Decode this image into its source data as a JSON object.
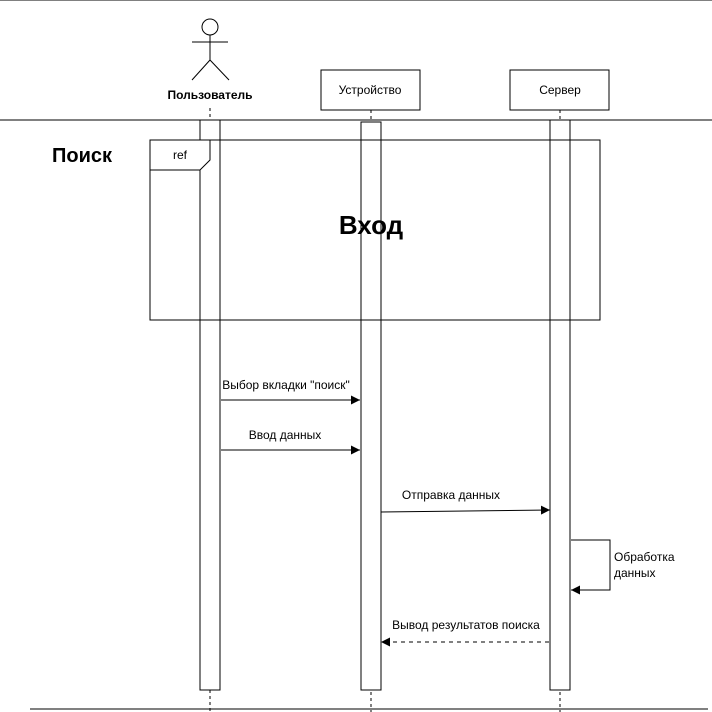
{
  "frame": {
    "name": "Поиск"
  },
  "participants": [
    {
      "id": "user",
      "kind": "actor",
      "label": "Пользователь"
    },
    {
      "id": "device",
      "kind": "object",
      "label": "Устройство"
    },
    {
      "id": "server",
      "kind": "object",
      "label": "Сервер"
    }
  ],
  "ref_fragment": {
    "tag": "ref",
    "label": "Вход"
  },
  "messages": [
    {
      "id": "m1",
      "from": "user",
      "to": "device",
      "label": "Выбор вкладки \"поиск\"",
      "style": "solid"
    },
    {
      "id": "m2",
      "from": "user",
      "to": "device",
      "label": "Ввод данных",
      "style": "solid"
    },
    {
      "id": "m3",
      "from": "device",
      "to": "server",
      "label": "Отправка данных",
      "style": "solid"
    },
    {
      "id": "m4",
      "from": "server",
      "to": "server",
      "label_lines": [
        "Обработка",
        "данных"
      ],
      "style": "self"
    },
    {
      "id": "m5",
      "from": "server",
      "to": "device",
      "label": "Вывод результатов поиска",
      "style": "dashed"
    }
  ]
}
